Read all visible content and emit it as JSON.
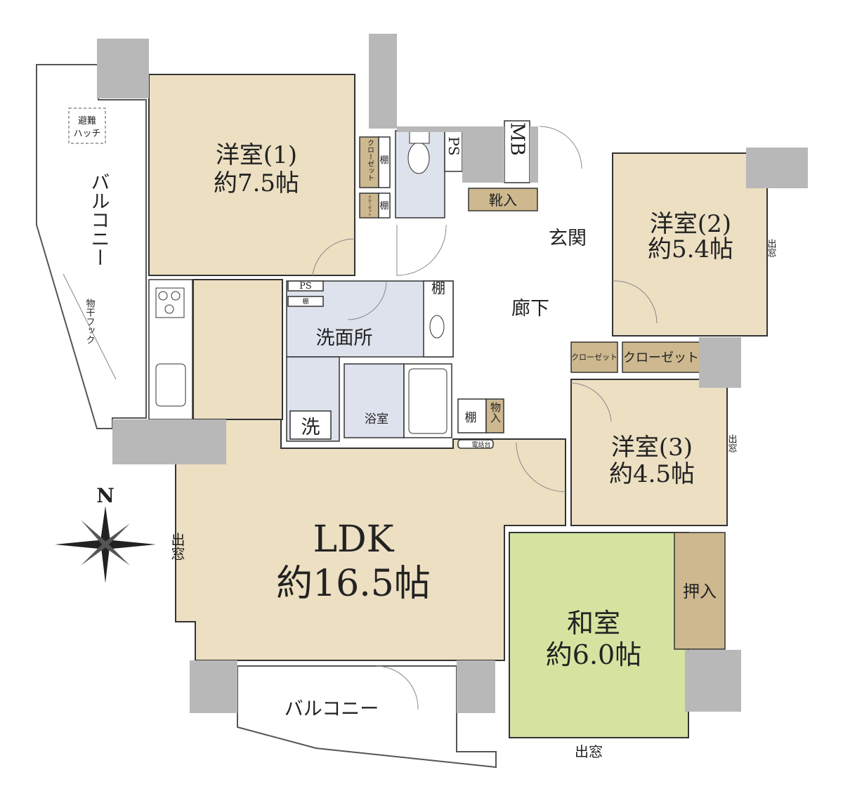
{
  "plan": {
    "rooms": {
      "western1": {
        "name": "洋室(1)",
        "size": "約7.5帖"
      },
      "western2": {
        "name": "洋室(2)",
        "size": "約5.4帖"
      },
      "western3": {
        "name": "洋室(3)",
        "size": "約4.5帖"
      },
      "ldk": {
        "name": "LDK",
        "size": "約16.5帖"
      },
      "japanese": {
        "name": "和室",
        "size": "約6.0帖"
      }
    },
    "labels": {
      "balcony_left": "バルコニー",
      "balcony_bottom": "バルコニー",
      "evac_hatch_1": "避難",
      "evac_hatch_2": "ハッチ",
      "laundry_hook": "物干フック",
      "closet": "クローゼット",
      "closet_small": "クローゼット",
      "closet_w2": "クローゼット",
      "closet_w3": "クローゼット",
      "shelf": "棚",
      "ps": "PS",
      "mb": "MB",
      "shoe_storage": "靴入",
      "entrance": "玄関",
      "hallway": "廊下",
      "washroom": "洗面所",
      "bathroom": "浴室",
      "washer": "洗",
      "storage": "物入",
      "phone_stand": "電話台",
      "bay_window": "出窓",
      "oshiire": "押入"
    },
    "compass": "N"
  },
  "colors": {
    "room": "#ecdfc2",
    "closet": "#cdb88f",
    "wall": "#b8b8b8",
    "wet": "#dde2ec",
    "tatami": "#d4e3a0"
  }
}
